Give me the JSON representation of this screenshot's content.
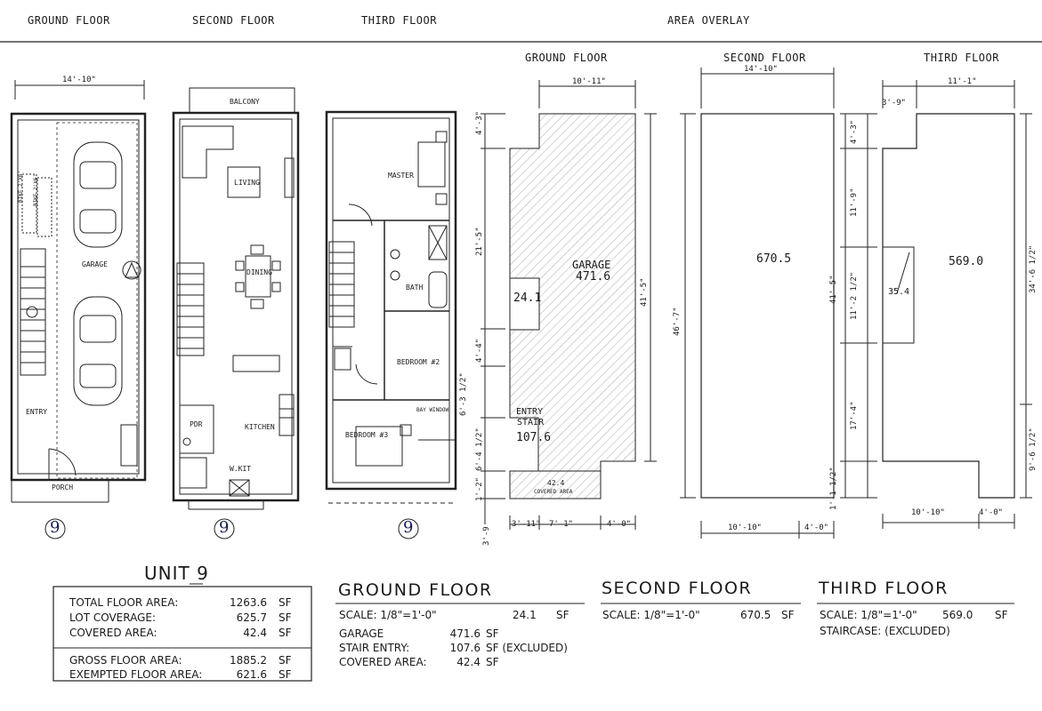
{
  "top_headers": {
    "ground_floor": "GROUND FLOOR",
    "second_floor": "SECOND FLOOR",
    "third_floor": "THIRD FLOOR",
    "area_overlay": "AREA OVERLAY"
  },
  "ground_plan": {
    "width_dim": "14'-10\"",
    "rooms": {
      "garage": "GARAGE",
      "entry": "ENTRY",
      "porch": "PORCH"
    },
    "bike_1": "BIKE 2'X6'",
    "bike_2": "BIKE 2'X6'",
    "unit_no": "9"
  },
  "second_plan": {
    "rooms": {
      "balcony": "BALCONY",
      "living": "LIVING",
      "dining": "DINING",
      "kitchen": "KITCHEN",
      "pdr": "PDR",
      "wkit": "W.KIT"
    },
    "unit_no": "9"
  },
  "third_plan": {
    "rooms": {
      "master": "MASTER",
      "bath": "BATH",
      "bedroom2": "BEDROOM #2",
      "bedroom3": "BEDROOM #3",
      "bay_window": "BAY WINDOW"
    },
    "unit_no": "9"
  },
  "overlay_ground": {
    "title": "GROUND FLOOR",
    "top_dim": "10'-11\"",
    "garage_label": "GARAGE",
    "garage_area": "471.6",
    "small_area": "24.1",
    "entry_label": "ENTRY",
    "stair_label": "STAIR",
    "entry_area": "107.6",
    "covered_area": "42.4",
    "covered_label": "COVERED AREA",
    "dims_left": [
      "4'-3\"",
      "21'-5\"",
      "4'-4\"",
      "6'-3 1/2\"",
      "6'-4 1/2\"",
      "1'-2\"",
      "3'-9"
    ],
    "dim_right": "41'-5\"",
    "dims_bottom": [
      "3'-11\"",
      "7'-1\"",
      "4'-0\""
    ]
  },
  "overlay_second": {
    "title": "SECOND FLOOR",
    "top_dim": "14'-10\"",
    "area": "670.5",
    "dim_left": "46'-7\"",
    "dims_bottom": [
      "10'-10\"",
      "4'-0\""
    ]
  },
  "overlay_third": {
    "title": "THIRD FLOOR",
    "top_dims": [
      "3'-9\"",
      "11'-1\""
    ],
    "area": "569.0",
    "small_area": "35.4",
    "dims_left": [
      "4'-3\"",
      "11'-9\"",
      "41'-5\"",
      "11'-2 1/2\"",
      "17'-4\"",
      "1'-1 1/2\""
    ],
    "dims_right": [
      "34'-6 1/2\"",
      "9'-6 1/2\""
    ],
    "dims_bottom": [
      "10'-10\"",
      "4'-0\""
    ]
  },
  "unit_summary": {
    "title": "UNIT 9",
    "rows": [
      {
        "label": "TOTAL FLOOR AREA:",
        "value": "1263.6",
        "unit": "SF"
      },
      {
        "label": "LOT COVERAGE:",
        "value": "625.7",
        "unit": "SF"
      },
      {
        "label": "COVERED AREA:",
        "value": "42.4",
        "unit": "SF"
      }
    ],
    "rows2": [
      {
        "label": "GROSS FLOOR AREA:",
        "value": "1885.2",
        "unit": "SF"
      },
      {
        "label": "EXEMPTED FLOOR AREA:",
        "value": "621.6",
        "unit": "SF"
      }
    ]
  },
  "ground_summary": {
    "title": "GROUND FLOOR",
    "scale": "SCALE: 1/8\"=1'-0\"",
    "scale_value": "24.1",
    "scale_unit": "SF",
    "rows": [
      {
        "label": "GARAGE",
        "value": "471.6",
        "unit": "SF"
      },
      {
        "label": "STAIR ENTRY:",
        "value": "107.6",
        "unit": "SF (EXCLUDED)"
      },
      {
        "label": "COVERED AREA:",
        "value": "42.4",
        "unit": "SF"
      }
    ]
  },
  "second_summary": {
    "title": "SECOND FLOOR",
    "scale": "SCALE: 1/8\"=1'-0\"",
    "value": "670.5",
    "unit": "SF"
  },
  "third_summary": {
    "title": "THIRD FLOOR",
    "scale": "SCALE: 1/8\"=1'-0\"",
    "value": "569.0",
    "unit": "SF",
    "staircase": "STAIRCASE: (EXCLUDED)"
  }
}
